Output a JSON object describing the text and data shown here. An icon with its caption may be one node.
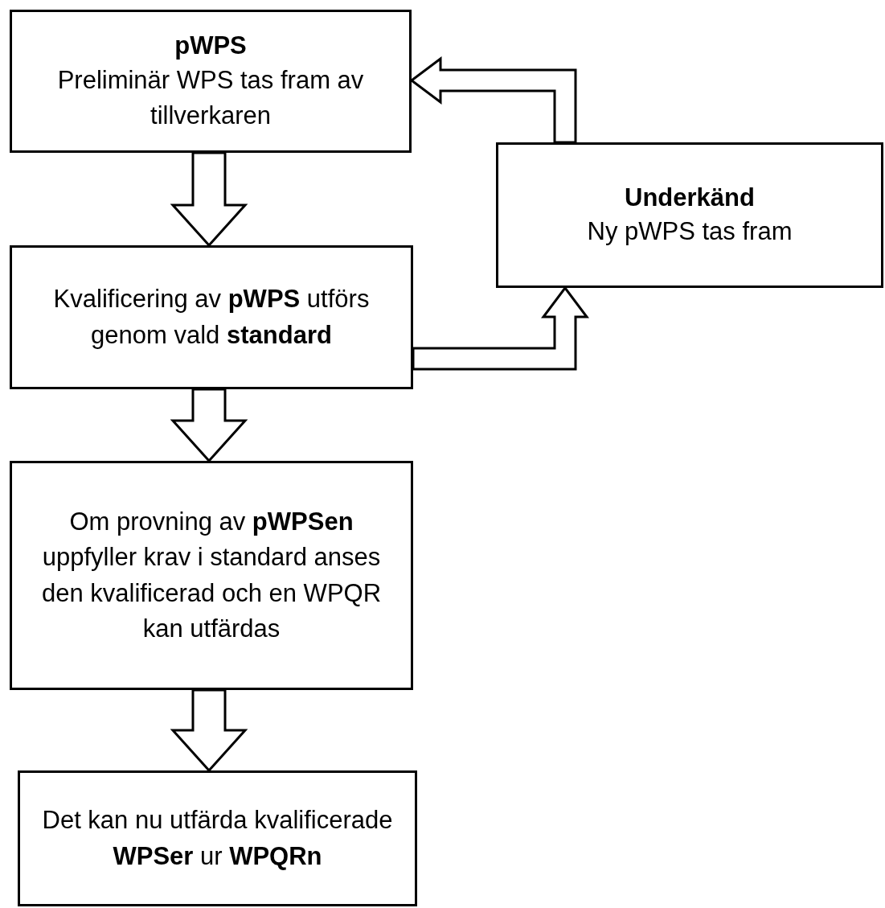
{
  "diagram": {
    "nodes": [
      {
        "text": [
          "pWPS",
          "Preliminär WPS tas fram av tillverkaren"
        ]
      },
      {
        "text": [
          "Kvalificering av **pWPS** utförs genom vald **standard**"
        ]
      },
      {
        "text": [
          "Om provning av **pWPSen** uppfyller krav i standard anses den kvalificerad och en WPQR kan utfärdas"
        ]
      },
      {
        "text": [
          "Det kan nu utfärda kvalificerade **WPSer** ur **WPQRn**"
        ]
      },
      {
        "text": [
          "Underkänd",
          "Ny pWPS tas fram"
        ]
      }
    ],
    "edges": [
      {
        "from": 0,
        "to": 1,
        "arrow": "to"
      },
      {
        "from": 1,
        "to": 2,
        "arrow": "to"
      },
      {
        "from": 2,
        "to": 3,
        "arrow": "to"
      },
      {
        "from": 1,
        "to": 4,
        "arrow": "to"
      },
      {
        "from": 4,
        "to": 0,
        "arrow": "to"
      }
    ]
  }
}
